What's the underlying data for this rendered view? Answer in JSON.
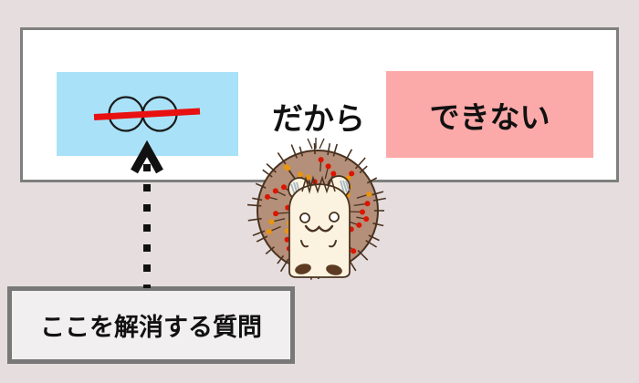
{
  "diagram": {
    "connector_label": "だから",
    "result_label": "できない",
    "caption_label": "ここを解消する質問"
  },
  "icons": {
    "cause_icon": "two-linked-circles-red-strikethrough",
    "arrow_icon": "dotted-arrow-up",
    "mascot_icon": "hedgehog-character"
  },
  "colors": {
    "background": "#E6DEDE",
    "panel_bg": "#FFFFFF",
    "panel_border": "#7F7F7F",
    "cause_box_bg": "#A9E2F8",
    "result_box_bg": "#FCA9A9",
    "strike_line": "#E81010",
    "circle_outline": "#1A1A1A",
    "text": "#111111",
    "arrow": "#111111",
    "caption_box_bg": "#F1EFEF",
    "caption_box_border": "#787878",
    "hh_body": "#B48F79",
    "hh_outline": "#4A3220",
    "hh_face": "#FBF3E0",
    "hh_ear_inner": "#A9B8C6",
    "hh_feet": "#5C3B22",
    "hh_dot_red": "#DC1400",
    "hh_dot_orange": "#E8950F"
  }
}
